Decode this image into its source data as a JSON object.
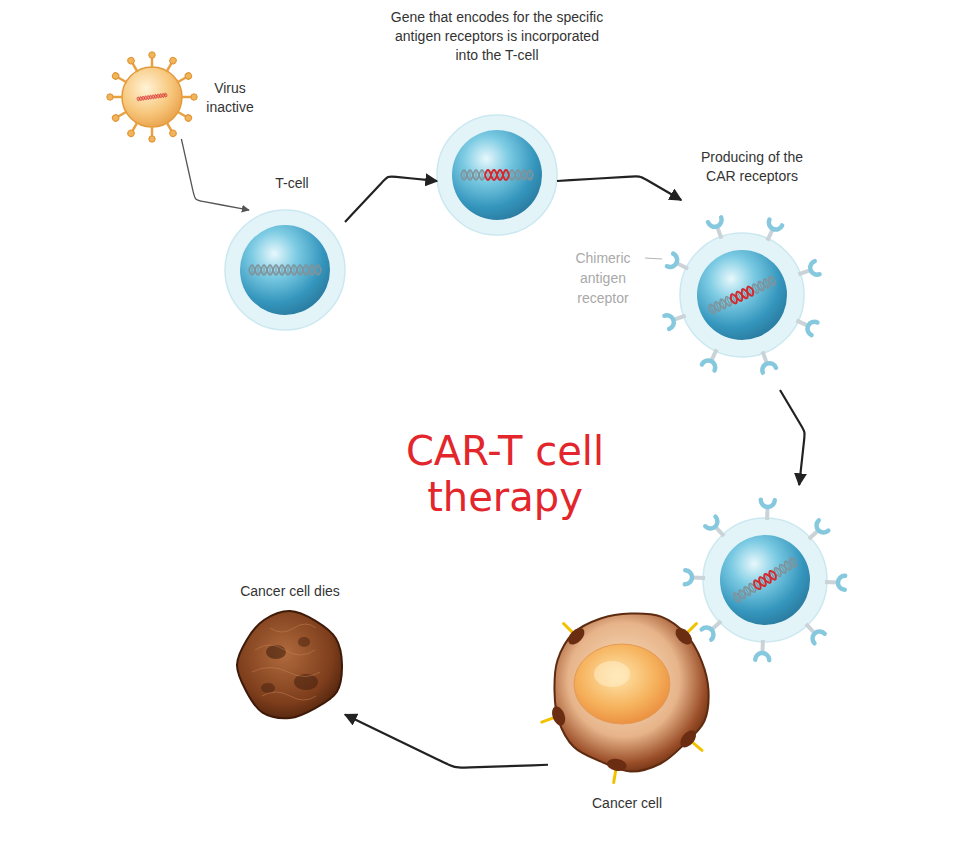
{
  "diagram": {
    "title": "CAR-T cell therapy",
    "nodes": [
      {
        "text": [
          "Virus inactive"
        ]
      },
      {
        "text": [
          "T-cell"
        ]
      },
      {
        "text": [
          "Gene that encodes for the specific antigen receptors is incorporated into the T-cell"
        ]
      },
      {
        "text": [
          "Producing of the CAR receptors"
        ]
      },
      {
        "text": []
      },
      {
        "text": [
          "Cancer cell"
        ]
      },
      {
        "text": [
          "Cancer cell dies"
        ]
      }
    ],
    "edges": [
      {
        "from": 0,
        "to": 1,
        "arrow": "to"
      },
      {
        "from": 1,
        "to": 2,
        "arrow": "to"
      },
      {
        "from": 2,
        "to": 3,
        "arrow": "to"
      },
      {
        "from": 3,
        "to": 4,
        "arrow": "to"
      },
      {
        "from": 5,
        "to": 6,
        "arrow": "to"
      }
    ],
    "labels": [
      "Chimeric antigen receptor"
    ]
  }
}
